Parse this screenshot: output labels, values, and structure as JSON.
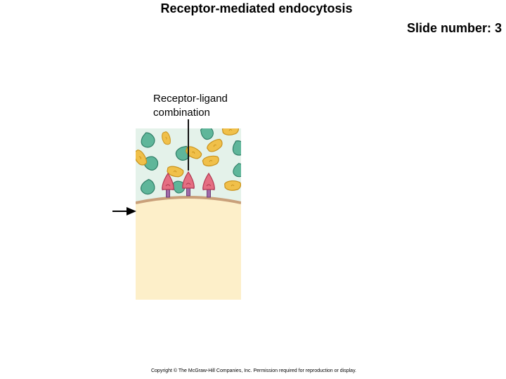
{
  "title": "Receptor-mediated endocytosis",
  "slide_number": "Slide number: 3",
  "diagram": {
    "label_line1": "Receptor-ligand",
    "label_line2": "combination"
  },
  "copyright": "Copyright © The McGraw-Hill Companies, Inc. Permission required for reproduction or display.",
  "colors": {
    "extracellular": "#e4f2ea",
    "cytoplasm": "#fdefc9",
    "membrane": "#c9a07a",
    "receptor": "#e56e82",
    "receptor_base": "#a06aa8",
    "ligand_teal": "#5fb69a",
    "ligand_yellow": "#f0c04a"
  }
}
